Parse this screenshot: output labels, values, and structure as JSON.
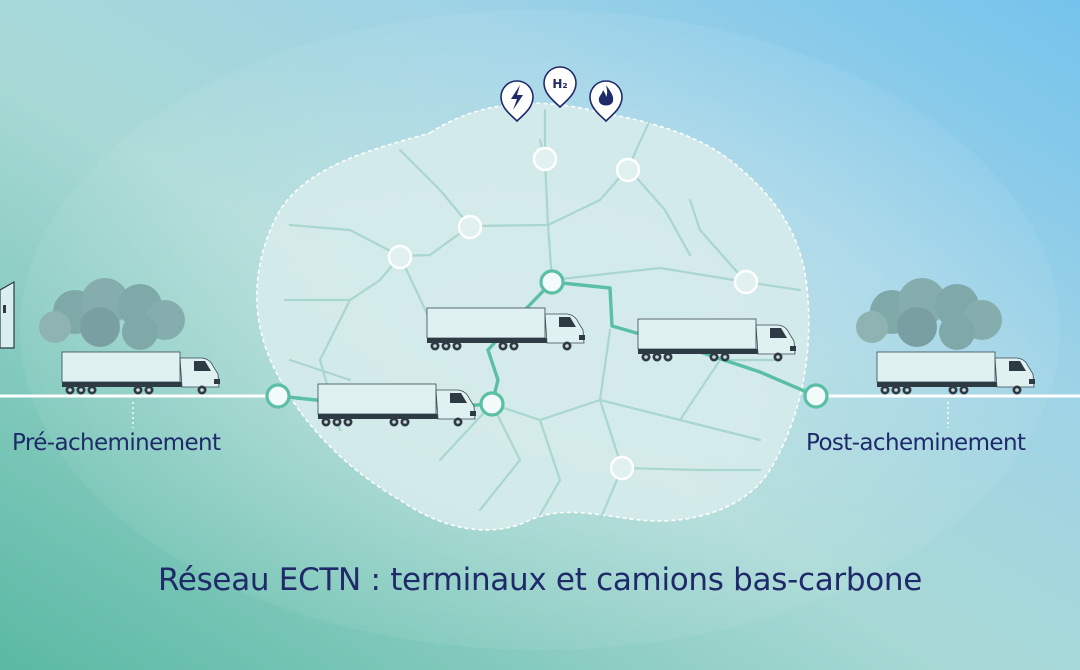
{
  "labels": {
    "pre": "Pré-acheminement",
    "post": "Post-acheminement",
    "title": "Réseau ECTN : terminaux et camions bas-carbone"
  },
  "energy_pins": [
    {
      "icon": "lightning-icon",
      "text": ""
    },
    {
      "icon": "hydrogen-icon",
      "text": "H₂"
    },
    {
      "icon": "flame-icon",
      "text": ""
    }
  ],
  "colors": {
    "background_top_right": "#7ec8ec",
    "background_bottom_left": "#5ab9a3",
    "network_fill": "#d7ecec",
    "route": "#5bbfa6",
    "road_line": "#a9d7cf",
    "text": "#1f2a6b",
    "truck_body": "#dff1f1",
    "smoke": "#7fa9a9"
  }
}
